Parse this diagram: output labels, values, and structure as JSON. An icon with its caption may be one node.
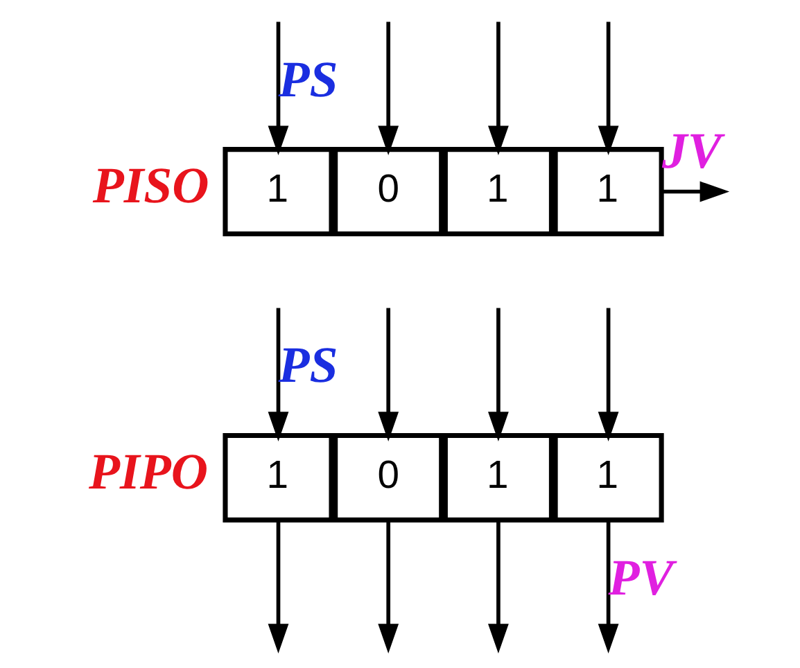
{
  "diagram": {
    "nodes": [
      {
        "text": [
          "1"
        ]
      },
      {
        "text": [
          "0"
        ]
      },
      {
        "text": [
          "1"
        ]
      },
      {
        "text": [
          "1"
        ]
      },
      {
        "text": [
          "1"
        ]
      },
      {
        "text": [
          "0"
        ]
      },
      {
        "text": [
          "1"
        ]
      },
      {
        "text": [
          "1"
        ]
      }
    ],
    "edges": [
      {
        "from": null,
        "to": 0,
        "arrow": "to",
        "label": "PS"
      },
      {
        "from": null,
        "to": 1,
        "arrow": "to"
      },
      {
        "from": null,
        "to": 2,
        "arrow": "to"
      },
      {
        "from": null,
        "to": 3,
        "arrow": "to"
      },
      {
        "from": 3,
        "to": null,
        "arrow": "to",
        "label": "JV"
      },
      {
        "from": null,
        "to": 4,
        "arrow": "to",
        "label": "PS"
      },
      {
        "from": null,
        "to": 5,
        "arrow": "to"
      },
      {
        "from": null,
        "to": 6,
        "arrow": "to"
      },
      {
        "from": null,
        "to": 7,
        "arrow": "to"
      },
      {
        "from": 4,
        "to": null,
        "arrow": "to"
      },
      {
        "from": 5,
        "to": null,
        "arrow": "to"
      },
      {
        "from": 6,
        "to": null,
        "arrow": "to"
      },
      {
        "from": 7,
        "to": null,
        "arrow": "to",
        "label": "PV"
      }
    ],
    "labels": [
      "PISO",
      "PIPO"
    ]
  }
}
